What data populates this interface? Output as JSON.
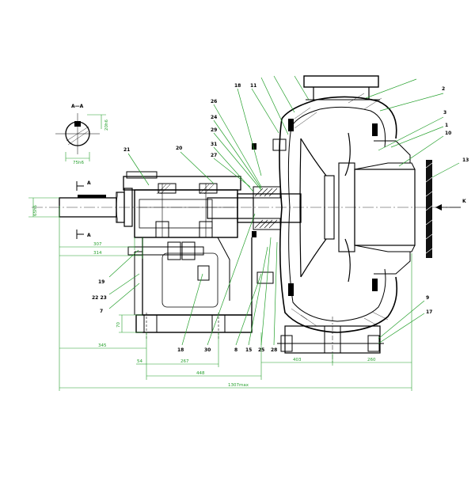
{
  "section_label": "A—A",
  "section_dim_horizontal": "75h6",
  "section_dim_vertical": "20h6",
  "shaft_label_top": "A",
  "shaft_label_bottom": "A",
  "shaft_diameter_dim": "65h6",
  "arrow_label_k": "K",
  "part_numbers": {
    "p1": "1",
    "p2": "2",
    "p3": "3",
    "p7": "7",
    "p8": "8",
    "p9": "9",
    "p10": "10",
    "p11": "11",
    "p13": "13",
    "p15": "15",
    "p17": "17",
    "p18": "18",
    "p18b": "18",
    "p19": "19",
    "p20": "20",
    "p21": "21",
    "p22_23": "22 23",
    "p24": "24",
    "p25": "25",
    "p26": "26",
    "p27": "27",
    "p28": "28",
    "p29": "29",
    "p30": "30",
    "p31": "31"
  },
  "dimensions": {
    "d307": "307",
    "d314": "314",
    "d345": "345",
    "d54": "54",
    "d267": "267",
    "d448": "448",
    "d403": "403",
    "d260": "260",
    "d70": "70",
    "d1307": "1307max"
  }
}
